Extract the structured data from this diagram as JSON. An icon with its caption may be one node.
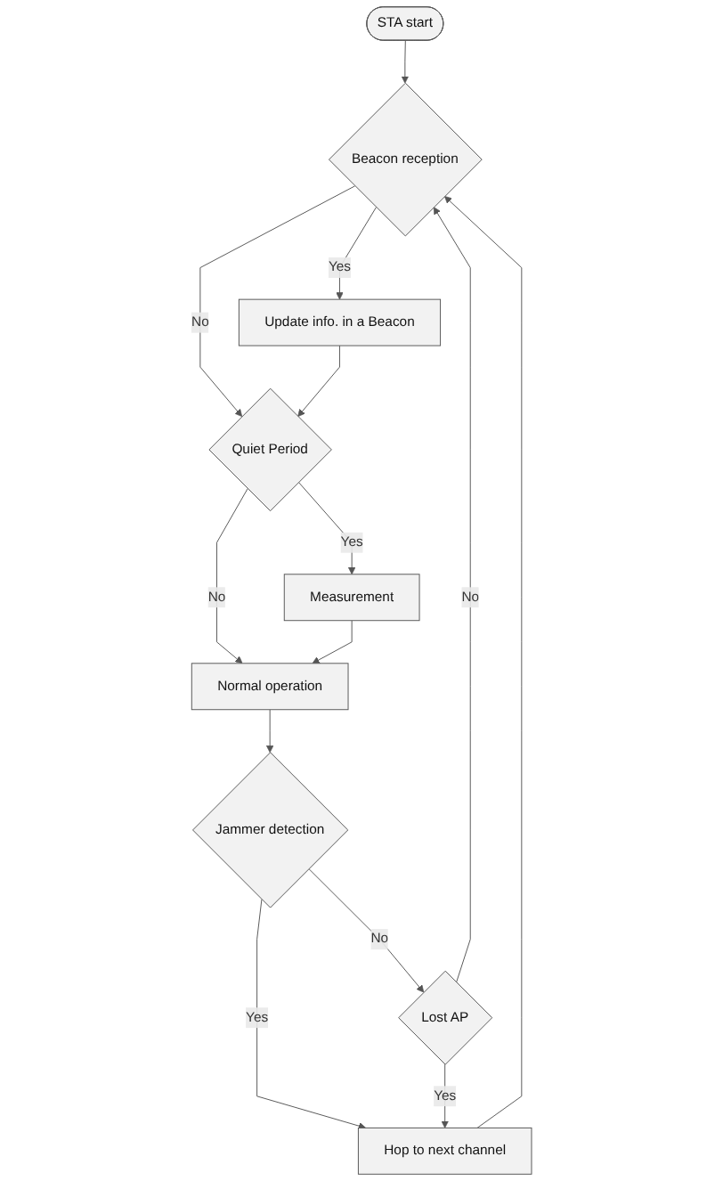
{
  "diagram": {
    "nodes": [
      {
        "text": [
          "STA start"
        ]
      },
      {
        "text": [
          "Beacon reception"
        ]
      },
      {
        "text": [
          "Update info. in a Beacon"
        ]
      },
      {
        "text": [
          "Quiet Period"
        ]
      },
      {
        "text": [
          "Measurement"
        ]
      },
      {
        "text": [
          "Normal operation"
        ]
      },
      {
        "text": [
          "Jammer detection"
        ]
      },
      {
        "text": [
          "Lost AP"
        ]
      },
      {
        "text": [
          "Hop to next channel"
        ]
      }
    ],
    "edges": [
      {
        "from": 0,
        "to": 1,
        "arrow": "to"
      },
      {
        "from": 1,
        "to": 2,
        "arrow": "to",
        "label": "Yes"
      },
      {
        "from": 1,
        "to": 3,
        "arrow": "to",
        "label": "No"
      },
      {
        "from": 2,
        "to": 3,
        "arrow": "to"
      },
      {
        "from": 3,
        "to": 4,
        "arrow": "to",
        "label": "Yes"
      },
      {
        "from": 3,
        "to": 5,
        "arrow": "to",
        "label": "No"
      },
      {
        "from": 4,
        "to": 5,
        "arrow": "to"
      },
      {
        "from": 5,
        "to": 6,
        "arrow": "to"
      },
      {
        "from": 6,
        "to": 8,
        "arrow": "to",
        "label": "Yes"
      },
      {
        "from": 6,
        "to": 7,
        "arrow": "to",
        "label": "No"
      },
      {
        "from": 7,
        "to": 8,
        "arrow": "to",
        "label": "Yes"
      },
      {
        "from": 7,
        "to": 1,
        "arrow": "to",
        "label": "No"
      },
      {
        "from": 8,
        "to": 1,
        "arrow": "to"
      }
    ]
  }
}
